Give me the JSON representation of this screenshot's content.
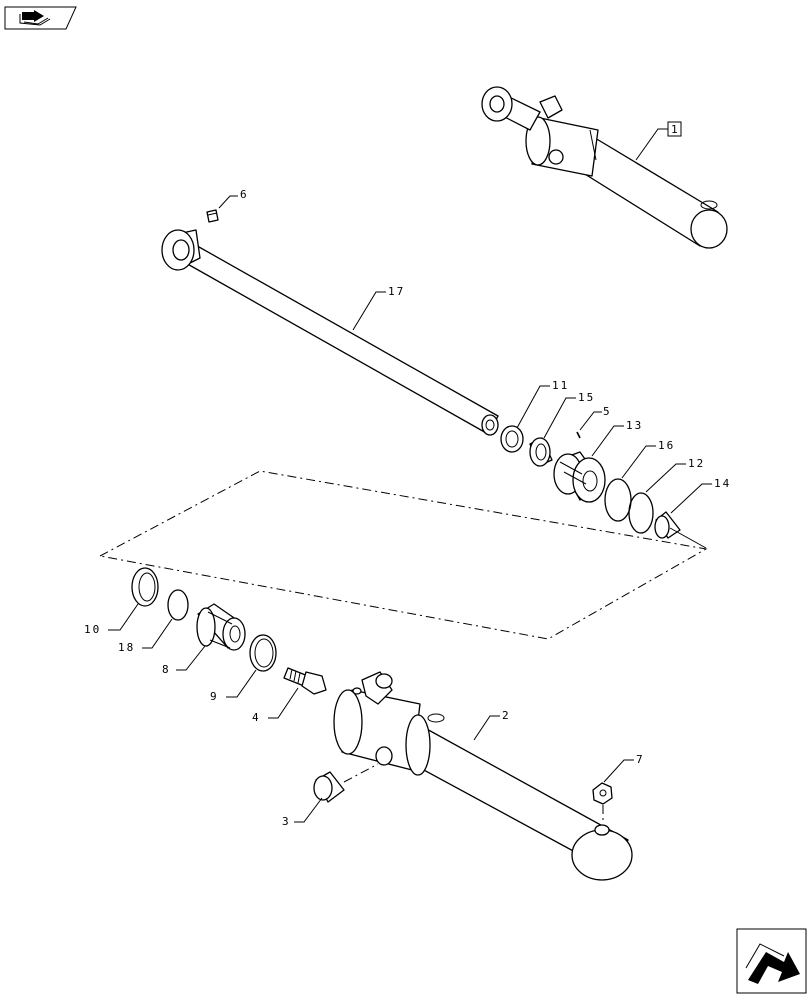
{
  "callouts": [
    {
      "id": "c1",
      "text": "1"
    },
    {
      "id": "c2",
      "text": "2"
    },
    {
      "id": "c3",
      "text": "3"
    },
    {
      "id": "c4",
      "text": "4"
    },
    {
      "id": "c5",
      "text": "5"
    },
    {
      "id": "c6",
      "text": "6"
    },
    {
      "id": "c7",
      "text": "7"
    },
    {
      "id": "c8",
      "text": "8"
    },
    {
      "id": "c9",
      "text": "9"
    },
    {
      "id": "c10",
      "text": "10"
    },
    {
      "id": "c11",
      "text": "11"
    },
    {
      "id": "c12",
      "text": "12"
    },
    {
      "id": "c13",
      "text": "13"
    },
    {
      "id": "c14",
      "text": "14"
    },
    {
      "id": "c15",
      "text": "15"
    },
    {
      "id": "c16",
      "text": "16"
    },
    {
      "id": "c17",
      "text": "17"
    },
    {
      "id": "c18",
      "text": "18"
    }
  ],
  "icons": {
    "top_left": "book-arrow-icon",
    "bottom_right": "next-page-arrow-icon"
  },
  "colors": {
    "line": "#000000",
    "background": "#ffffff"
  }
}
